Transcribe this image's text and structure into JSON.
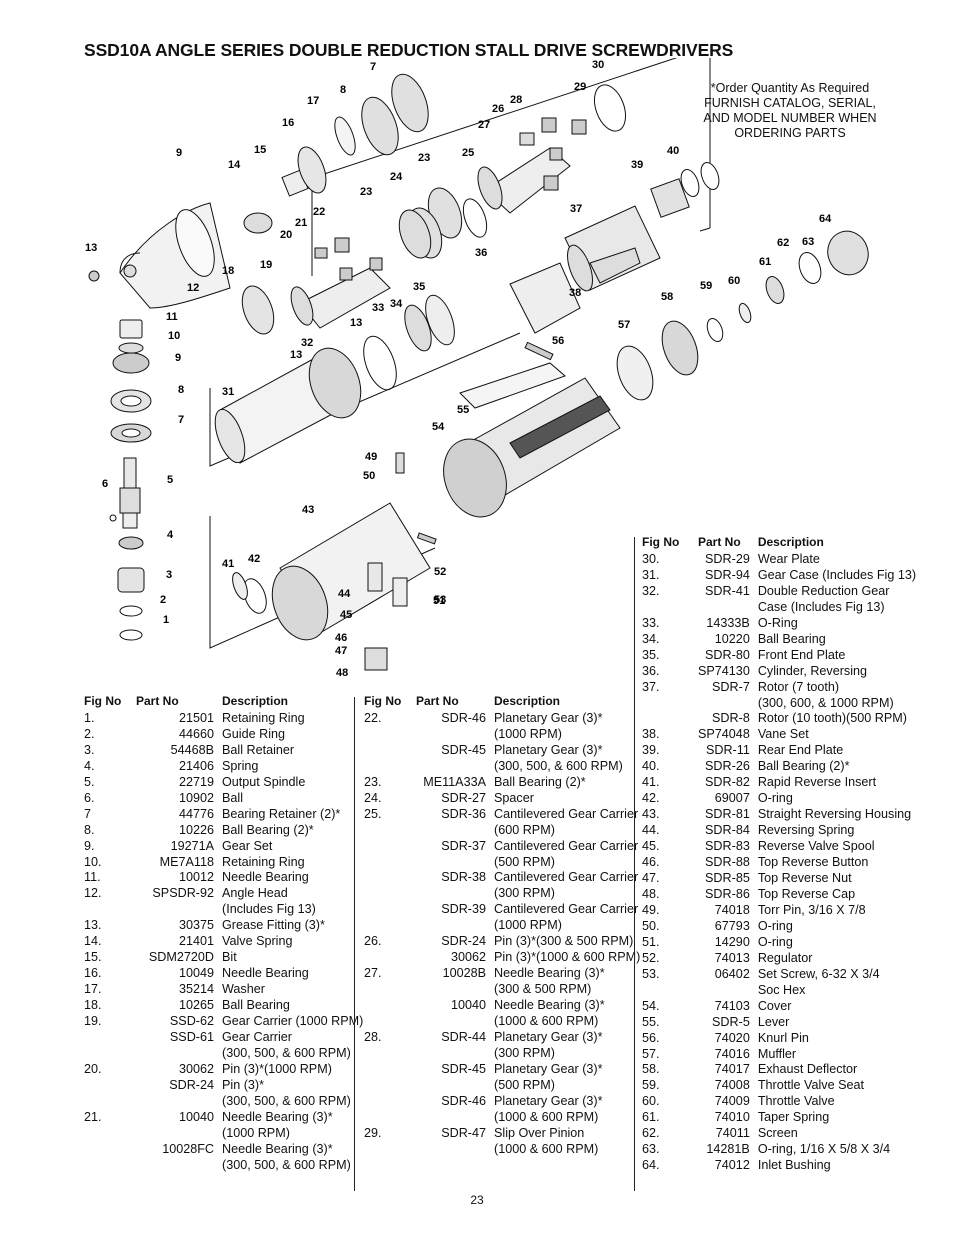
{
  "page": {
    "title": "SSD10A ANGLE SERIES DOUBLE REDUCTION STALL DRIVE SCREWDRIVERS",
    "note": [
      "*Order Quantity As Required",
      "FURNISH CATALOG, SERIAL,",
      "AND MODEL NUMBER WHEN",
      "ORDERING PARTS"
    ],
    "page_number": "23"
  },
  "diagram": {
    "callouts": [
      "1",
      "2",
      "3",
      "4",
      "5",
      "6",
      "7",
      "8",
      "9",
      "9",
      "11",
      "10",
      "12",
      "13",
      "13",
      "13",
      "14",
      "15",
      "16",
      "17",
      "8",
      "7",
      "18",
      "19",
      "20",
      "21",
      "22",
      "23",
      "23",
      "24",
      "25",
      "26",
      "27",
      "28",
      "29",
      "30",
      "31",
      "32",
      "33",
      "34",
      "35",
      "36",
      "37",
      "38",
      "39",
      "40",
      "41",
      "42",
      "43",
      "44",
      "45",
      "46",
      "47",
      "48",
      "49",
      "50",
      "51",
      "52",
      "53",
      "54",
      "55",
      "56",
      "57",
      "58",
      "59",
      "60",
      "61",
      "62",
      "63",
      "64"
    ]
  },
  "columns": {
    "fig_no": "Fig No",
    "part_no": "Part No",
    "description": "Description"
  },
  "table1": [
    [
      "1.",
      "21501",
      "Retaining Ring"
    ],
    [
      "2.",
      "44660",
      "Guide Ring"
    ],
    [
      "3.",
      "54468B",
      "Ball Retainer"
    ],
    [
      "4.",
      "21406",
      "Spring"
    ],
    [
      "5.",
      "22719",
      "Output Spindle"
    ],
    [
      "6.",
      "10902",
      "Ball"
    ],
    [
      "7",
      "44776",
      "Bearing Retainer (2)*"
    ],
    [
      "8.",
      "10226",
      "Ball Bearing (2)*"
    ],
    [
      "9.",
      "19271A",
      "Gear Set"
    ],
    [
      "10.",
      "ME7A118",
      "Retaining Ring"
    ],
    [
      "11.",
      "10012",
      "Needle Bearing"
    ],
    [
      "12.",
      "SPSDR-92",
      "Angle Head"
    ],
    [
      "",
      "",
      "(Includes Fig 13)"
    ],
    [
      "13.",
      "30375",
      "Grease Fitting (3)*"
    ],
    [
      "14.",
      "21401",
      "Valve Spring"
    ],
    [
      "15.",
      "SDM2720D",
      "Bit"
    ],
    [
      "16.",
      "10049",
      "Needle Bearing"
    ],
    [
      "17.",
      "35214",
      "Washer"
    ],
    [
      "18.",
      "10265",
      "Ball Bearing"
    ],
    [
      "19.",
      "SSD-62",
      "Gear Carrier (1000 RPM)"
    ],
    [
      "",
      "SSD-61",
      "Gear Carrier"
    ],
    [
      "",
      "",
      "(300, 500, & 600 RPM)"
    ],
    [
      "20.",
      "30062",
      "Pin (3)*(1000 RPM)"
    ],
    [
      "",
      "SDR-24",
      "Pin (3)*"
    ],
    [
      "",
      "",
      "(300, 500, & 600 RPM)"
    ],
    [
      "21.",
      "10040",
      "Needle Bearing (3)*"
    ],
    [
      "",
      "",
      "(1000 RPM)"
    ],
    [
      "",
      "10028FC",
      "Needle Bearing (3)*"
    ],
    [
      "",
      "",
      "(300, 500, & 600 RPM)"
    ]
  ],
  "table2": [
    [
      "22.",
      "SDR-46",
      "Planetary Gear (3)*"
    ],
    [
      "",
      "",
      "(1000 RPM)"
    ],
    [
      "",
      "SDR-45",
      "Planetary Gear (3)*"
    ],
    [
      "",
      "",
      "(300, 500, & 600 RPM)"
    ],
    [
      "23.",
      "ME11A33A",
      "Ball Bearing (2)*"
    ],
    [
      "24.",
      "SDR-27",
      "Spacer"
    ],
    [
      "25.",
      "SDR-36",
      "Cantilevered Gear Carrier"
    ],
    [
      "",
      "",
      "(600 RPM)"
    ],
    [
      "",
      "SDR-37",
      "Cantilevered Gear Carrier"
    ],
    [
      "",
      "",
      "(500 RPM)"
    ],
    [
      "",
      "SDR-38",
      "Cantilevered Gear Carrier"
    ],
    [
      "",
      "",
      "(300 RPM)"
    ],
    [
      "",
      "SDR-39",
      "Cantilevered Gear Carrier"
    ],
    [
      "",
      "",
      "(1000 RPM)"
    ],
    [
      "26.",
      "SDR-24",
      "Pin (3)*(300 & 500 RPM)"
    ],
    [
      "",
      "30062",
      "Pin (3)*(1000 & 600 RPM)"
    ],
    [
      "27.",
      "10028B",
      "Needle Bearing (3)*"
    ],
    [
      "",
      "",
      "(300 & 500 RPM)"
    ],
    [
      "",
      "10040",
      "Needle Bearing (3)*"
    ],
    [
      "",
      "",
      "(1000 & 600 RPM)"
    ],
    [
      "28.",
      "SDR-44",
      "Planetary Gear (3)*"
    ],
    [
      "",
      "",
      "(300 RPM)"
    ],
    [
      "",
      "SDR-45",
      "Planetary Gear (3)*"
    ],
    [
      "",
      "",
      "(500 RPM)"
    ],
    [
      "",
      "SDR-46",
      "Planetary Gear (3)*"
    ],
    [
      "",
      "",
      "(1000 & 600 RPM)"
    ],
    [
      "29.",
      "SDR-47",
      "Slip Over Pinion"
    ],
    [
      "",
      "",
      "(1000 & 600 RPM)"
    ]
  ],
  "table3": [
    [
      "30.",
      "SDR-29",
      "Wear Plate"
    ],
    [
      "31.",
      "SDR-94",
      "Gear Case (Includes Fig 13)"
    ],
    [
      "32.",
      "SDR-41",
      "Double Reduction Gear"
    ],
    [
      "",
      "",
      "Case (Includes Fig 13)"
    ],
    [
      "33.",
      "14333B",
      "O-Ring"
    ],
    [
      "34.",
      "10220",
      "Ball Bearing"
    ],
    [
      "35.",
      "SDR-80",
      "Front End Plate"
    ],
    [
      "36.",
      "SP74130",
      "Cylinder, Reversing"
    ],
    [
      "37.",
      "SDR-7",
      "Rotor (7 tooth)"
    ],
    [
      "",
      "",
      "(300, 600, & 1000 RPM)"
    ],
    [
      "",
      "SDR-8",
      "Rotor (10 tooth)(500 RPM)"
    ],
    [
      "38.",
      "SP74048",
      "Vane Set"
    ],
    [
      "39.",
      "SDR-11",
      "Rear End Plate"
    ],
    [
      "40.",
      "SDR-26",
      "Ball Bearing (2)*"
    ],
    [
      "41.",
      "SDR-82",
      "Rapid Reverse Insert"
    ],
    [
      "42.",
      "69007",
      "O-ring"
    ],
    [
      "43.",
      "SDR-81",
      "Straight Reversing Housing"
    ],
    [
      "44.",
      "SDR-84",
      "Reversing Spring"
    ],
    [
      "45.",
      "SDR-83",
      "Reverse Valve Spool"
    ],
    [
      "46.",
      "SDR-88",
      "Top Reverse Button"
    ],
    [
      "47.",
      "SDR-85",
      "Top Reverse Nut"
    ],
    [
      "48.",
      "SDR-86",
      "Top Reverse Cap"
    ],
    [
      "49.",
      "74018",
      "Torr Pin, 3/16 X 7/8"
    ],
    [
      "50.",
      "67793",
      "O-ring"
    ],
    [
      "51.",
      "14290",
      "O-ring"
    ],
    [
      "52.",
      "74013",
      "Regulator"
    ],
    [
      "53.",
      "06402",
      "Set Screw, 6-32 X 3/4"
    ],
    [
      "",
      "",
      "Soc Hex"
    ],
    [
      "54.",
      "74103",
      "Cover"
    ],
    [
      "55.",
      "SDR-5",
      "Lever"
    ],
    [
      "56.",
      "74020",
      "Knurl Pin"
    ],
    [
      "57.",
      "74016",
      "Muffler"
    ],
    [
      "58.",
      "74017",
      "Exhaust Deflector"
    ],
    [
      "59.",
      "74008",
      "Throttle Valve Seat"
    ],
    [
      "60.",
      "74009",
      "Throttle Valve"
    ],
    [
      "61.",
      "74010",
      "Taper Spring"
    ],
    [
      "62.",
      "74011",
      "Screen"
    ],
    [
      "63.",
      "14281B",
      "O-ring, 1/16 X 5/8 X 3/4"
    ],
    [
      "64.",
      "74012",
      "Inlet Bushing"
    ]
  ]
}
